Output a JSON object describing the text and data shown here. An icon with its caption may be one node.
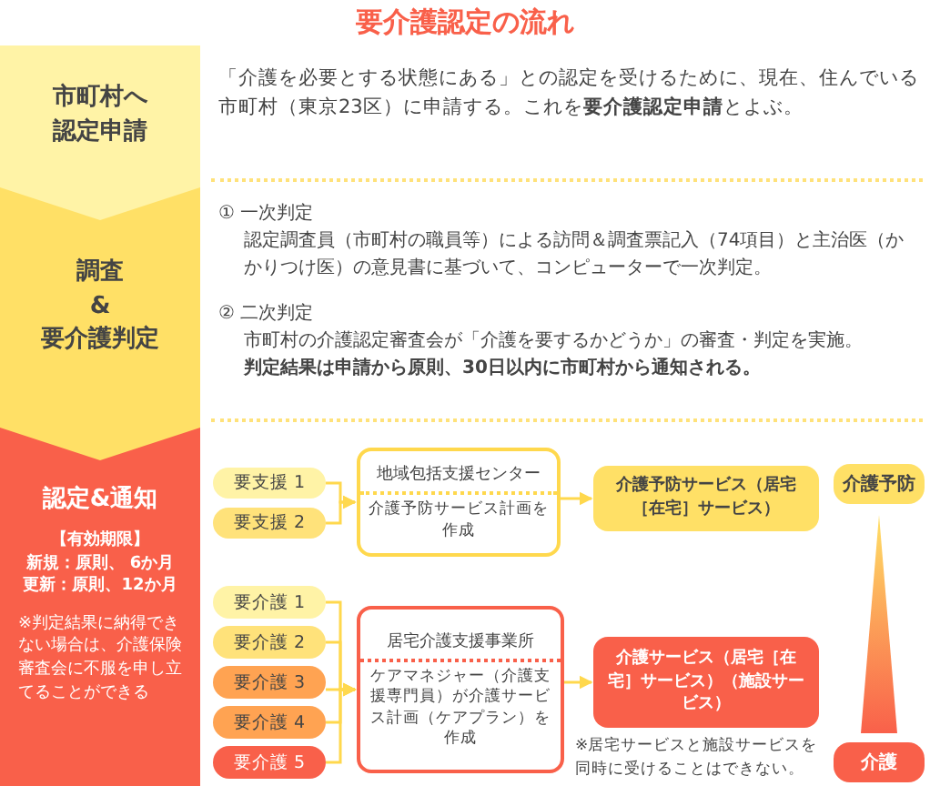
{
  "diagram": {
    "title": "要介護認定の流れ",
    "nodes": [
      {
        "text": [
          "市町村へ認定申請"
        ],
        "beside": [
          "「介護を必要とする状態にある」との認定を受けるために、現在、住んでいる市町村（東京23区）に申請する。これを**要介護認定申請**とよぶ。"
        ]
      },
      {
        "text": [
          "調査&要介護判定"
        ],
        "beside": [
          "① 一次判定",
          "認定調査員（市町村の職員等）による訪問＆調査票記入（74項目）と主治医（かかりつけ医）の意見書に基づいて、コンピューターで一次判定。",
          "② 二次判定",
          "市町村の介護認定審査会が「介護を要するかどうか」の審査・判定を実施。",
          "判定結果は申請から原則、30日以内に市町村から通知される。"
        ]
      },
      {
        "text": [
          "認定&通知",
          "【有効期限】",
          "新規：原則、 6か月",
          "更新：原則、12か月",
          "※判定結果に納得できない場合は、介護保険審査会に不服を申し立てることができる"
        ]
      },
      {
        "text": [
          "要支援 1"
        ]
      },
      {
        "text": [
          "要支援 2"
        ]
      },
      {
        "text": [
          "地域包括支援センター",
          "介護予防サービス計画を作成"
        ]
      },
      {
        "text": [
          "介護予防サービス（居宅［在宅］サービス）"
        ]
      },
      {
        "text": [
          "要介護 1"
        ]
      },
      {
        "text": [
          "要介護 2"
        ]
      },
      {
        "text": [
          "要介護 3"
        ]
      },
      {
        "text": [
          "要介護 4"
        ]
      },
      {
        "text": [
          "要介護 5"
        ]
      },
      {
        "text": [
          "居宅介護支援事業所",
          "ケアマネジャー（介護支援専門員）が介護サービス計画（ケアプラン）を作成"
        ]
      },
      {
        "text": [
          "介護サービス（居宅［在宅］サービス）（施設サービス）"
        ],
        "beside": [
          "※居宅サービスと施設サービスを同時に受けることはできない。"
        ]
      },
      {
        "text": [
          "介護予防"
        ]
      },
      {
        "text": [],
        "shape": "triangle"
      },
      {
        "text": [
          "介護"
        ]
      }
    ],
    "edges": [
      {
        "from": 0,
        "to": 1,
        "arrow": "to"
      },
      {
        "from": 1,
        "to": 2,
        "arrow": "to"
      },
      {
        "from": 3,
        "to": 5,
        "arrow": "to"
      },
      {
        "from": 4,
        "to": 5,
        "arrow": "to"
      },
      {
        "from": 5,
        "to": 6,
        "arrow": "to"
      },
      {
        "from": 7,
        "to": 12,
        "arrow": "to"
      },
      {
        "from": 8,
        "to": 12,
        "arrow": "to"
      },
      {
        "from": 9,
        "to": 12,
        "arrow": "to"
      },
      {
        "from": 10,
        "to": 12,
        "arrow": "to"
      },
      {
        "from": 11,
        "to": 12,
        "arrow": "to"
      },
      {
        "from": 12,
        "to": 13,
        "arrow": "to"
      }
    ]
  }
}
